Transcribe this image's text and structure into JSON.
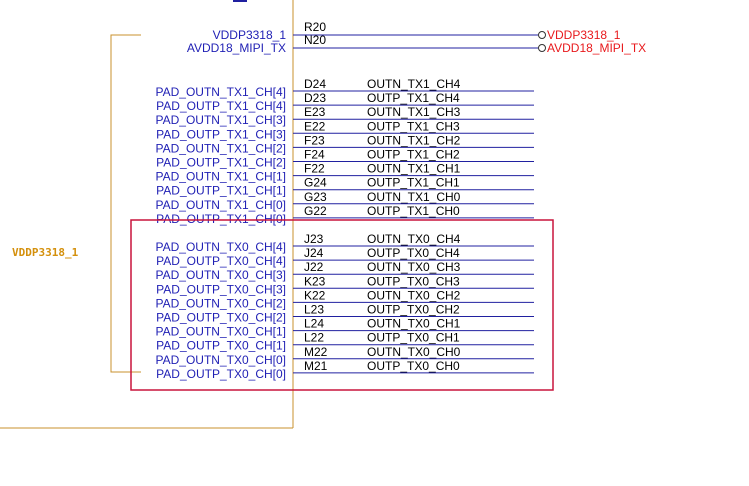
{
  "component": {
    "power_net_label": "VDDP3318_1",
    "power_pins": [
      {
        "pin_name": "VDDP3318_1",
        "ball": "R20",
        "net": "VDDP3318_1"
      },
      {
        "pin_name": "AVDD18_MIPI_TX",
        "ball": "N20",
        "net": "AVDD18_MIPI_TX"
      }
    ],
    "tx1_pins": [
      {
        "pin_name": "PAD_OUTN_TX1_CH[4]",
        "ball": "D24",
        "net": "OUTN_TX1_CH4"
      },
      {
        "pin_name": "PAD_OUTP_TX1_CH[4]",
        "ball": "D23",
        "net": "OUTP_TX1_CH4"
      },
      {
        "pin_name": "PAD_OUTN_TX1_CH[3]",
        "ball": "E23",
        "net": "OUTN_TX1_CH3"
      },
      {
        "pin_name": "PAD_OUTP_TX1_CH[3]",
        "ball": "E22",
        "net": "OUTP_TX1_CH3"
      },
      {
        "pin_name": "PAD_OUTN_TX1_CH[2]",
        "ball": "F23",
        "net": "OUTN_TX1_CH2"
      },
      {
        "pin_name": "PAD_OUTP_TX1_CH[2]",
        "ball": "F24",
        "net": "OUTP_TX1_CH2"
      },
      {
        "pin_name": "PAD_OUTN_TX1_CH[1]",
        "ball": "F22",
        "net": "OUTN_TX1_CH1"
      },
      {
        "pin_name": "PAD_OUTP_TX1_CH[1]",
        "ball": "G24",
        "net": "OUTP_TX1_CH1"
      },
      {
        "pin_name": "PAD_OUTN_TX1_CH[0]",
        "ball": "G23",
        "net": "OUTN_TX1_CH0"
      },
      {
        "pin_name": "PAD_OUTP_TX1_CH[0]",
        "ball": "G22",
        "net": "OUTP_TX1_CH0"
      }
    ],
    "tx0_pins": [
      {
        "pin_name": "PAD_OUTN_TX0_CH[4]",
        "ball": "J23",
        "net": "OUTN_TX0_CH4"
      },
      {
        "pin_name": "PAD_OUTP_TX0_CH[4]",
        "ball": "J24",
        "net": "OUTP_TX0_CH4"
      },
      {
        "pin_name": "PAD_OUTN_TX0_CH[3]",
        "ball": "J22",
        "net": "OUTN_TX0_CH3"
      },
      {
        "pin_name": "PAD_OUTP_TX0_CH[3]",
        "ball": "K23",
        "net": "OUTP_TX0_CH3"
      },
      {
        "pin_name": "PAD_OUTN_TX0_CH[2]",
        "ball": "K22",
        "net": "OUTN_TX0_CH2"
      },
      {
        "pin_name": "PAD_OUTP_TX0_CH[2]",
        "ball": "L23",
        "net": "OUTP_TX0_CH2"
      },
      {
        "pin_name": "PAD_OUTN_TX0_CH[1]",
        "ball": "L24",
        "net": "OUTN_TX0_CH1"
      },
      {
        "pin_name": "PAD_OUTP_TX0_CH[1]",
        "ball": "L22",
        "net": "OUTP_TX0_CH1"
      },
      {
        "pin_name": "PAD_OUTN_TX0_CH[0]",
        "ball": "M22",
        "net": "OUTN_TX0_CH0"
      },
      {
        "pin_name": "PAD_OUTP_TX0_CH[0]",
        "ball": "M21",
        "net": "OUTP_TX0_CH0"
      }
    ]
  },
  "colors": {
    "pin_name": "#1f1fb4",
    "wire": "#2020a0",
    "off_page_net": "#e8191c",
    "component_body": "#c8902c",
    "net_label": "#d4900c",
    "highlight": "#c8143c"
  }
}
